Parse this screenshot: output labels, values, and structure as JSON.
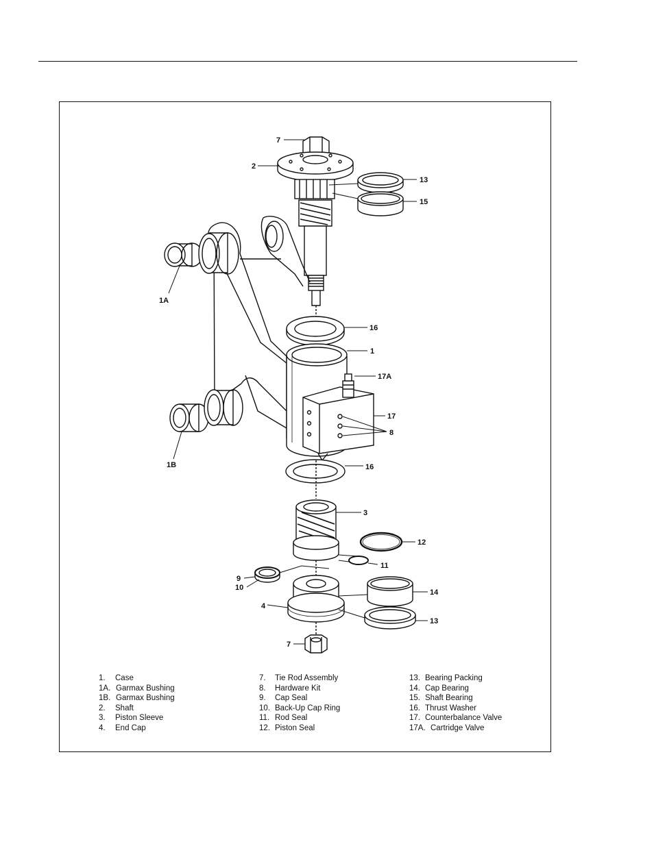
{
  "callouts": {
    "c7a": "7",
    "c2": "2",
    "c13a": "13",
    "c15": "15",
    "c1A": "1A",
    "c16a": "16",
    "c1": "1",
    "c17A": "17A",
    "c17": "17",
    "c8": "8",
    "c1B": "1B",
    "c16b": "16",
    "c3": "3",
    "c12": "12",
    "c11": "11",
    "c9": "9",
    "c10": "10",
    "c14": "14",
    "c4": "4",
    "c13b": "13",
    "c7b": "7"
  },
  "legend": {
    "col1": [
      {
        "num": "1.",
        "label": "Case"
      },
      {
        "num": "1A.",
        "label": "Garmax Bushing"
      },
      {
        "num": "1B.",
        "label": "Garmax Bushing"
      },
      {
        "num": "2.",
        "label": "Shaft"
      },
      {
        "num": "3.",
        "label": "Piston Sleeve"
      },
      {
        "num": "4.",
        "label": "End Cap"
      }
    ],
    "col2": [
      {
        "num": "7.",
        "label": "Tie Rod Assembly"
      },
      {
        "num": "8.",
        "label": "Hardware Kit"
      },
      {
        "num": "9.",
        "label": "Cap Seal"
      },
      {
        "num": "10.",
        "label": "Back-Up Cap Ring"
      },
      {
        "num": "11.",
        "label": "Rod Seal"
      },
      {
        "num": "12.",
        "label": "Piston Seal"
      }
    ],
    "col3": [
      {
        "num": "13.",
        "label": "Bearing Packing"
      },
      {
        "num": "14.",
        "label": "Cap Bearing"
      },
      {
        "num": "15.",
        "label": "Shaft Bearing"
      },
      {
        "num": "16.",
        "label": "Thrust Washer"
      },
      {
        "num": "17.",
        "label": "Counterbalance Valve"
      },
      {
        "num": "17A.",
        "label": "Cartridge Valve"
      }
    ]
  }
}
